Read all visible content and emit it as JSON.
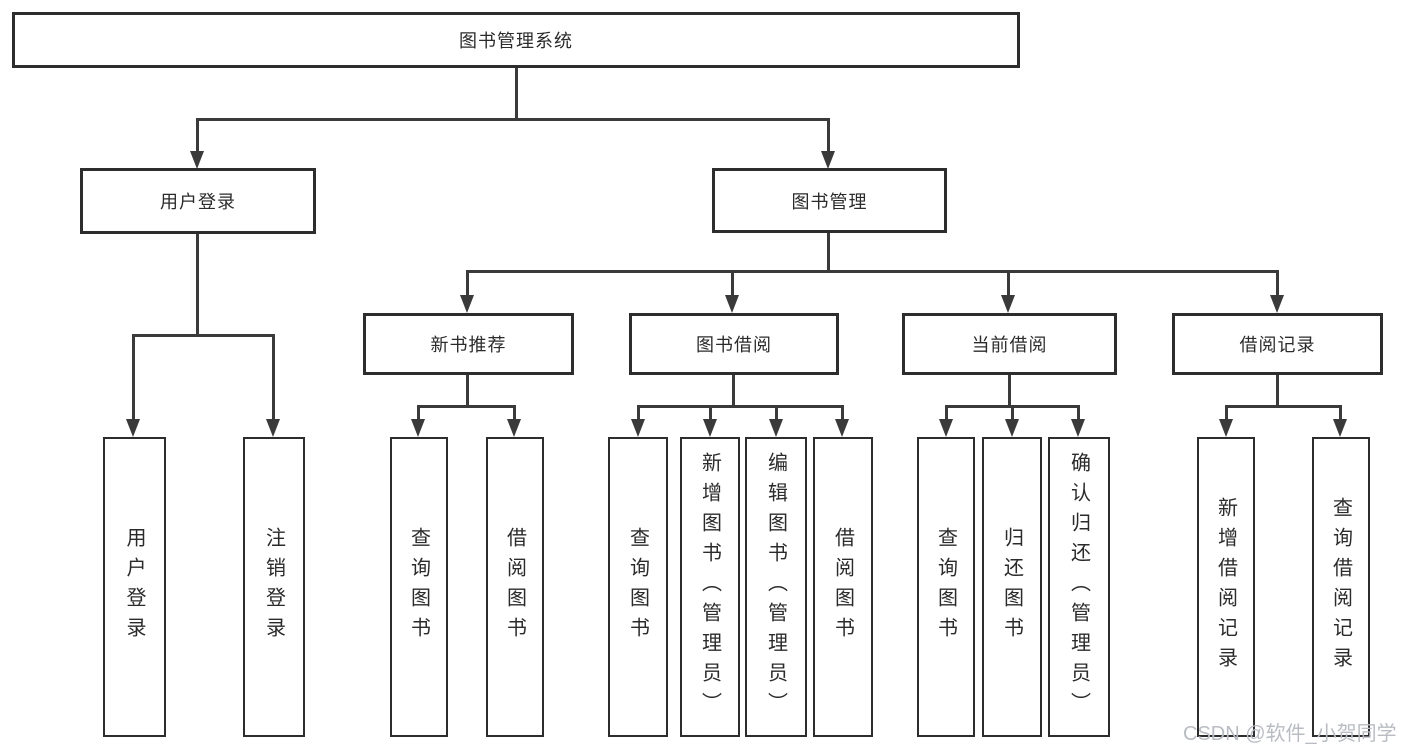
{
  "diagram_title": "图书管理系统",
  "colors": {
    "line": "#3a3a3a",
    "box_border": "#2d2d2d",
    "box_background": "#ffffff",
    "text": "#2b2b2b",
    "watermark": "#b9bcc2"
  },
  "nodes": {
    "root": {
      "label": "图书管理系统"
    },
    "user_login": {
      "label": "用户登录"
    },
    "book_mgmt": {
      "label": "图书管理"
    },
    "new_book": {
      "label": "新书推荐"
    },
    "book_borrow": {
      "label": "图书借阅"
    },
    "current_borrow": {
      "label": "当前借阅"
    },
    "borrow_record": {
      "label": "借阅记录"
    },
    "leaves": {
      "user_login_leaf": {
        "label": "用户登录"
      },
      "logout_leaf": {
        "label": "注销登录"
      },
      "nb_query_books": {
        "label": "查询图书"
      },
      "nb_borrow_books": {
        "label": "借阅图书"
      },
      "bb_query_books": {
        "label": "查询图书"
      },
      "bb_add_books": {
        "label": "新增图书（管理员）"
      },
      "bb_edit_books": {
        "label": "编辑图书（管理员）"
      },
      "bb_borrow_books": {
        "label": "借阅图书"
      },
      "cb_query_books": {
        "label": "查询图书"
      },
      "cb_return_books": {
        "label": "归还图书"
      },
      "cb_confirm_return": {
        "label": "确认归还（管理员）"
      },
      "br_add_record": {
        "label": "新增借阅记录"
      },
      "br_query_record": {
        "label": "查询借阅记录"
      }
    }
  },
  "watermark": {
    "text": "CSDN @软件_小贺同学"
  }
}
